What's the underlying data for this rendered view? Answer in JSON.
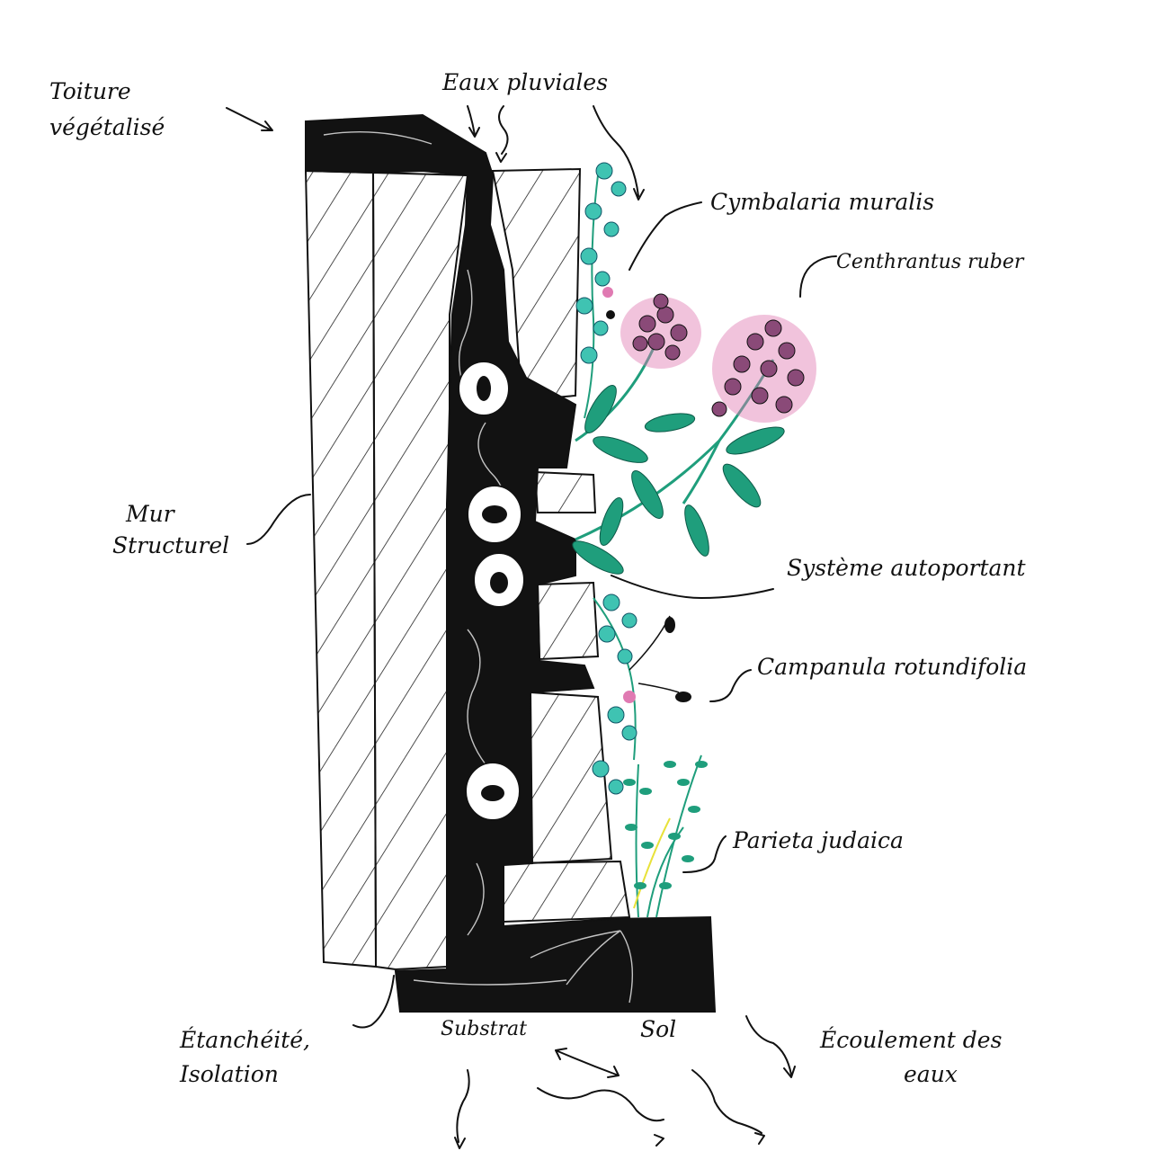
{
  "colors": {
    "ink": "#111111",
    "substrate": "#121212",
    "leaf": "#1f9e7c",
    "leaf_light": "#3fc3b2",
    "flower_mauve": "#8a4a78",
    "flower_pink": "#e07ab2",
    "paper": "#ffffff"
  },
  "labels": {
    "toiture_1": "Toiture",
    "toiture_2": "végétalisé",
    "eaux": "Eaux pluviales",
    "cymbalaria": "Cymbalaria muralis",
    "centhranthus": "Centhrantus ruber",
    "mur_1": "Mur",
    "mur_2": "Structurel",
    "systeme": "Système autoportant",
    "campanula": "Campanula rotundifolia",
    "parietaria": "Parieta judaica",
    "etancheite_1": "Étanchéité,",
    "etancheite_2": "Isolation",
    "substrat": "Substrat",
    "sol": "Sol",
    "ecoulement_1": "Écoulement des",
    "ecoulement_2": "eaux"
  }
}
